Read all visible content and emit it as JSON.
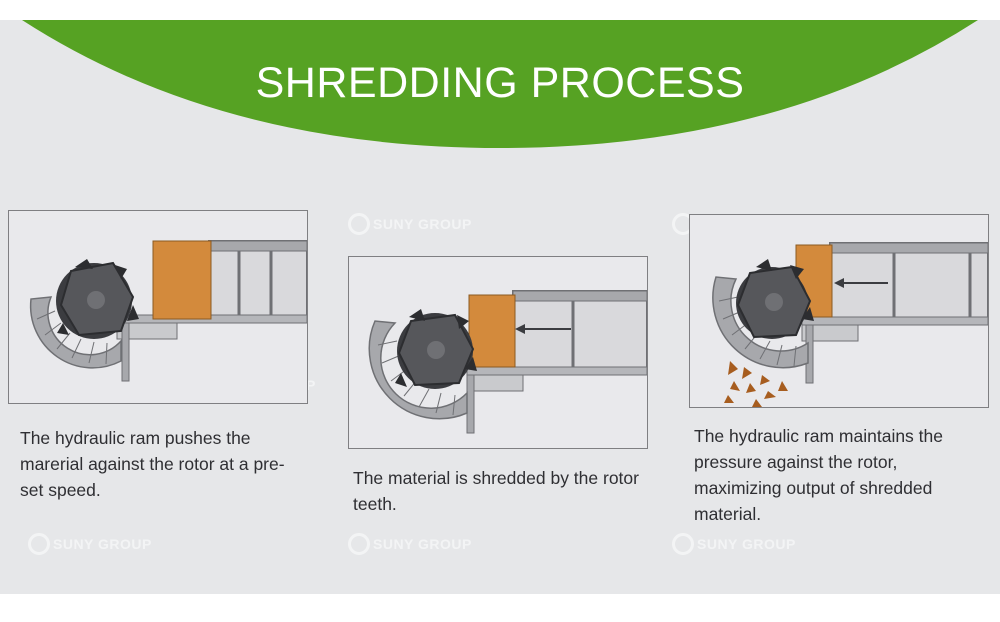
{
  "page": {
    "title": "SHREDDING PROCESS"
  },
  "colors": {
    "banner_green": "#56a223",
    "background": "#e6e7e9",
    "material_orange": "#d38a3c",
    "metal_gray": "#a7a8ac",
    "rotor_dark": "#56575b",
    "chip_brown": "#a75d1f"
  },
  "steps": [
    {
      "caption": "The hydraulic ram pushes the marerial against the rotor at a pre-set speed."
    },
    {
      "caption": "The material is shredded by the rotor teeth."
    },
    {
      "caption": "The hydraulic ram maintains the pressure against the rotor, maximizing output of shredded material."
    }
  ],
  "watermark": {
    "text": "SUNY GROUP"
  }
}
